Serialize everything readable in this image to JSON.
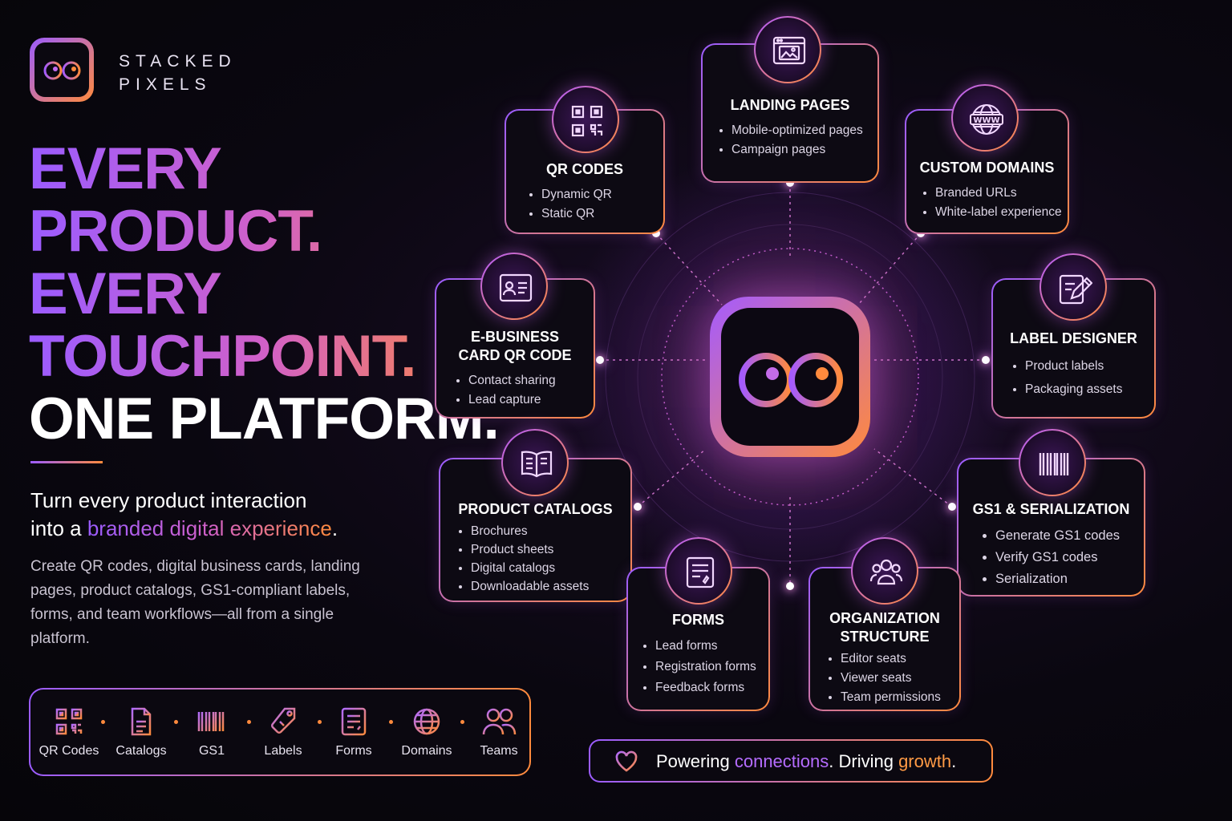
{
  "brand": {
    "line1": "STACKED",
    "line2": "PIXELS"
  },
  "headline": {
    "line1": "EVERY",
    "line2": "PRODUCT.",
    "line3": "EVERY",
    "line4": "TOUCHPOINT.",
    "line5": "ONE PLATFORM."
  },
  "subheadline": {
    "part1": "Turn every product interaction",
    "part2": "into a ",
    "highlight": "branded digital experience",
    "part3": "."
  },
  "body": "Create QR codes, digital business cards, landing pages, product catalogs, GS1-compliant labels, forms, and team workflows—all from a single platform.",
  "iconbar": [
    {
      "label": "QR Codes",
      "icon": "qr-code-icon"
    },
    {
      "label": "Catalogs",
      "icon": "document-icon"
    },
    {
      "label": "GS1",
      "icon": "barcode-icon"
    },
    {
      "label": "Labels",
      "icon": "tag-icon"
    },
    {
      "label": "Forms",
      "icon": "form-icon"
    },
    {
      "label": "Domains",
      "icon": "globe-icon"
    },
    {
      "label": "Teams",
      "icon": "users-icon"
    }
  ],
  "cards": {
    "landing": {
      "title": "LANDING PAGES",
      "items": [
        "Mobile-optimized pages",
        "Campaign pages"
      ],
      "icon": "browser-image-icon"
    },
    "qr": {
      "title": "QR CODES",
      "items": [
        "Dynamic QR",
        "Static QR"
      ],
      "icon": "qr-code-icon"
    },
    "domains": {
      "title": "CUSTOM DOMAINS",
      "items": [
        "Branded URLs",
        "White-label experience"
      ],
      "icon": "www-globe-icon"
    },
    "ebusiness": {
      "title1": "E-BUSINESS",
      "title2": "CARD QR CODE",
      "items": [
        "Contact sharing",
        "Lead capture"
      ],
      "icon": "id-card-icon"
    },
    "label": {
      "title": "LABEL DESIGNER",
      "items": [
        "Product labels",
        "Packaging assets"
      ],
      "icon": "pencil-edit-icon"
    },
    "catalogs": {
      "title": "PRODUCT CATALOGS",
      "items": [
        "Brochures",
        "Product sheets",
        "Digital catalogs",
        "Downloadable assets"
      ],
      "icon": "open-book-icon"
    },
    "gs1": {
      "title": "GS1 & SERIALIZATION",
      "items": [
        "Generate GS1 codes",
        "Verify GS1 codes",
        "Serialization"
      ],
      "icon": "barcode-icon"
    },
    "forms": {
      "title": "FORMS",
      "items": [
        "Lead forms",
        "Registration forms",
        "Feedback forms"
      ],
      "icon": "form-icon"
    },
    "org": {
      "title1": "ORGANIZATION",
      "title2": "STRUCTURE",
      "items": [
        "Editor seats",
        "Viewer seats",
        "Team permissions"
      ],
      "icon": "team-icon"
    }
  },
  "footer": {
    "part1": "Powering ",
    "word1": "connections",
    "part2": ". Driving ",
    "word2": "growth",
    "part3": ".",
    "icon": "heart-icon"
  },
  "colors": {
    "purple": "#9b5cff",
    "pink": "#d160c8",
    "orange": "#ff8a3d",
    "background": "#0a0710"
  }
}
